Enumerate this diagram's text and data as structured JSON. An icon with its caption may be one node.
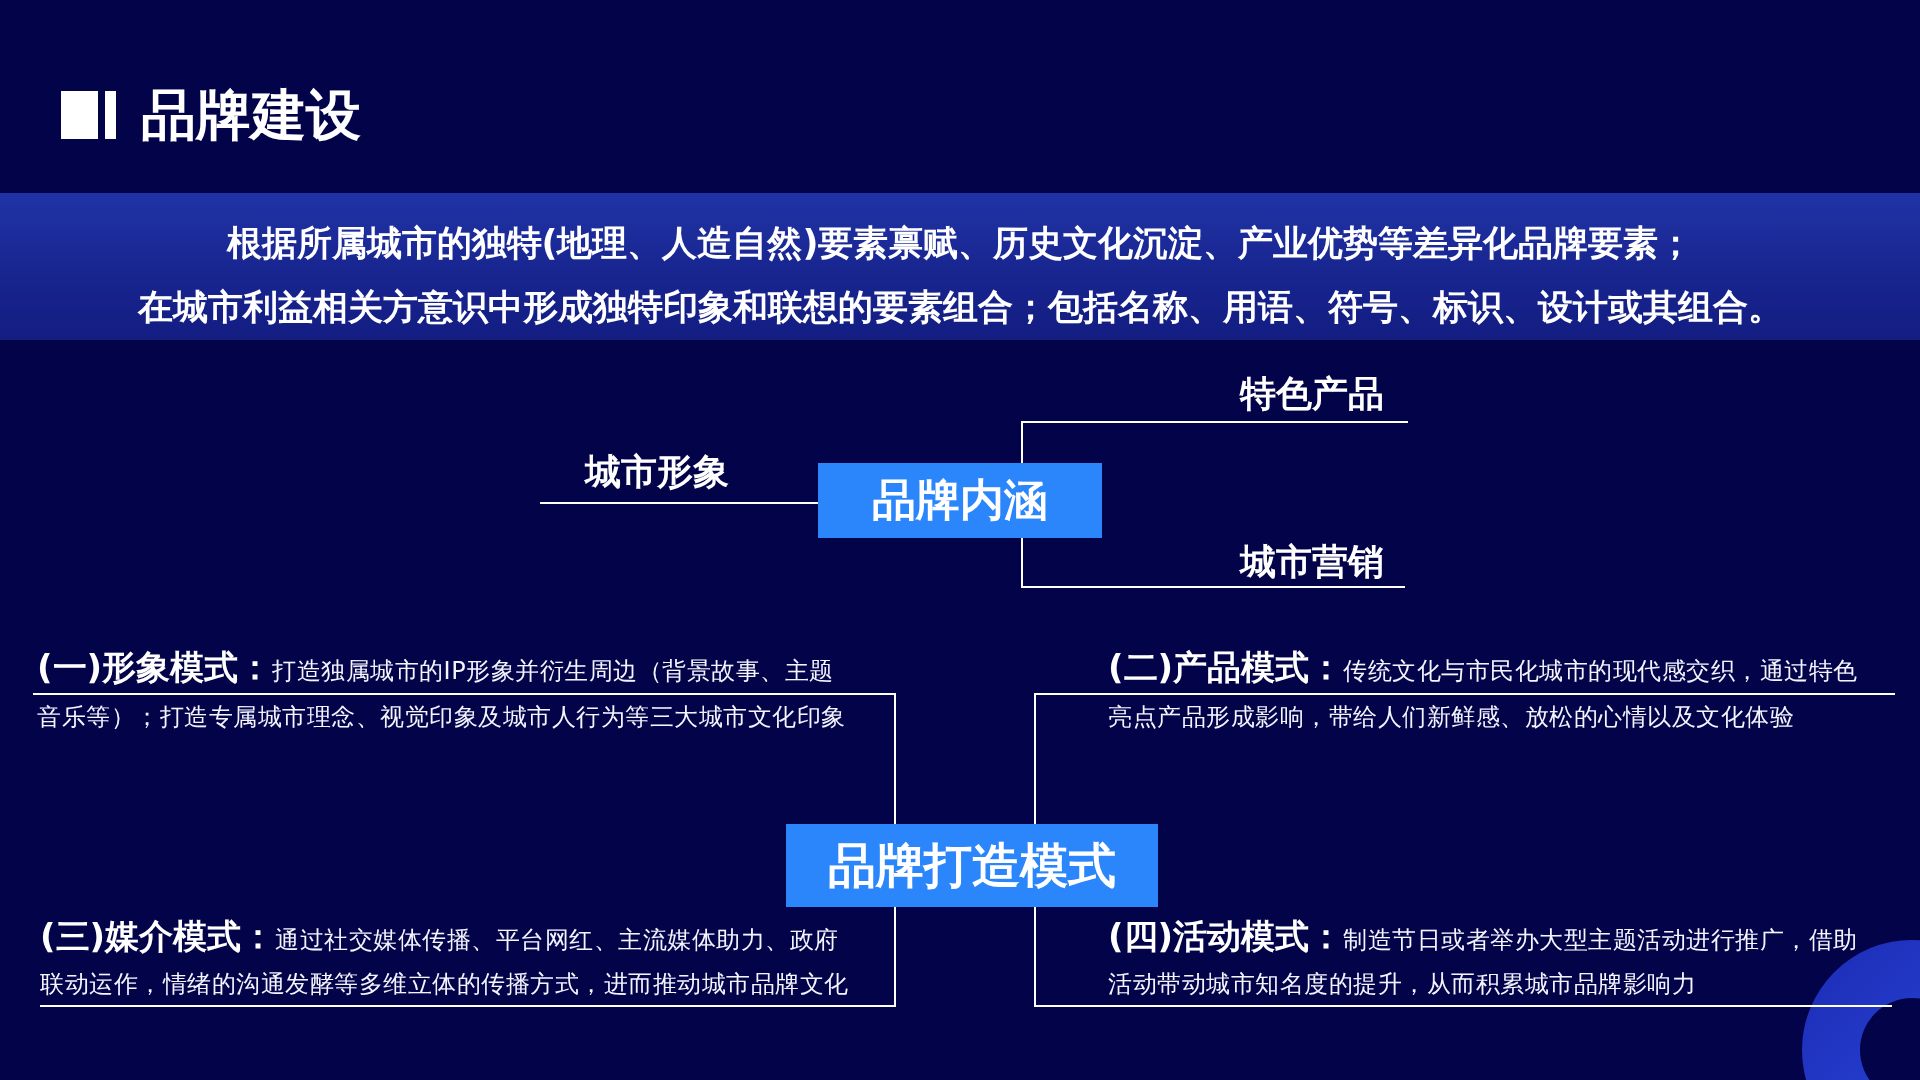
{
  "diagram": {
    "title": "品牌建设",
    "nodes": [
      {
        "text": [
          "根据所属城市的独特(地理、人造自然)要素禀赋、历史文化沉淀、产业优势等差异化品牌要素；",
          "在城市利益相关方意识中形成独特印象和联想的要素组合；包括名称、用语、符号、标识、设计或其组合。"
        ]
      },
      {
        "text": [
          "品牌内涵"
        ]
      },
      {
        "text": [
          "城市形象"
        ]
      },
      {
        "text": [
          "特色产品"
        ]
      },
      {
        "text": [
          "城市营销"
        ]
      },
      {
        "text": [
          "品牌打造模式"
        ]
      },
      {
        "text": [
          "(一)形象模式：",
          "打造独属城市的IP形象并衍生周边（背景故事、主题音乐等）；打造专属城市理念、视觉印象及城市人行为等三大城市文化印象"
        ]
      },
      {
        "text": [
          "(二)产品模式：",
          "传统文化与市民化城市的现代感交织，通过特色亮点产品形成影响，带给人们新鲜感、放松的心情以及文化体验"
        ]
      },
      {
        "text": [
          "(三)媒介模式：",
          "通过社交媒体传播、平台网红、主流媒体助力、政府联动运作，情绪的沟通发酵等多维立体的传播方式，进而推动城市品牌文化"
        ]
      },
      {
        "text": [
          "(四)活动模式：",
          "制造节日或者举办大型主题活动进行推广，借助活动带动城市知名度的提升，从而积累城市品牌影响力"
        ]
      }
    ],
    "edges": [
      {
        "from": 1,
        "to": 2,
        "arrow": "none"
      },
      {
        "from": 1,
        "to": 3,
        "arrow": "none"
      },
      {
        "from": 1,
        "to": 4,
        "arrow": "none"
      },
      {
        "from": 5,
        "to": 6,
        "arrow": "none"
      },
      {
        "from": 5,
        "to": 7,
        "arrow": "none"
      },
      {
        "from": 5,
        "to": 8,
        "arrow": "none"
      },
      {
        "from": 5,
        "to": 9,
        "arrow": "none"
      }
    ]
  }
}
